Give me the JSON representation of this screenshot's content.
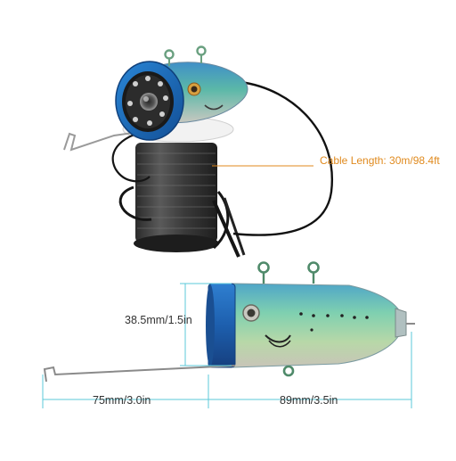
{
  "annotations": {
    "cable_length": "Cable Length: 30m/98.4ft",
    "height": "38.5mm/1.5in",
    "hook_length": "75mm/3.0in",
    "body_length": "89mm/3.5in"
  },
  "colors": {
    "callout_orange": "#e08a1e",
    "dimension_cyan": "#5bc8d8",
    "camera_blue": "#1f6fc0",
    "fish_green": "#6fc6a8"
  }
}
